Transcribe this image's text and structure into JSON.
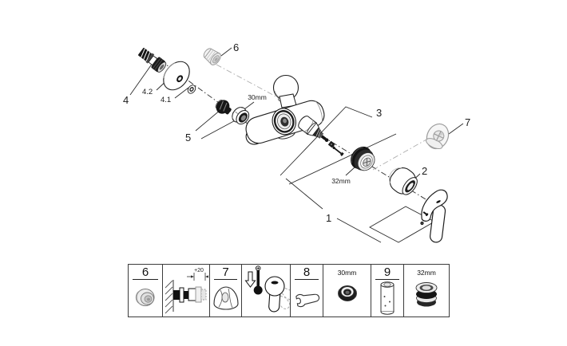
{
  "diagram": {
    "part_labels": {
      "p1": "1",
      "p2": "2",
      "p3": "3",
      "p4": "4",
      "p41": "4.1",
      "p42": "4.2",
      "p5": "5",
      "p6": "6",
      "p7": "7"
    },
    "dimensions": {
      "aerator_nut": "30mm",
      "cartridge_nut": "32mm"
    }
  },
  "legend": {
    "cells": [
      {
        "label": "6",
        "icon": "cap-part-icon",
        "type": "number"
      },
      {
        "label": "+20",
        "icon": "wall-union-extension-icon",
        "type": "pictogram"
      },
      {
        "label": "7",
        "icon": "dome-escutcheon-icon",
        "type": "number"
      },
      {
        "label": "",
        "icon": "temperature-limiter-icon",
        "type": "pictogram"
      },
      {
        "label": "8",
        "icon": "wrench-icon",
        "type": "number"
      },
      {
        "label": "30mm",
        "icon": "nut-icon",
        "type": "dimension"
      },
      {
        "label": "9",
        "icon": "extension-tube-icon",
        "type": "number"
      },
      {
        "label": "32mm",
        "icon": "seal-ring-stack-icon",
        "type": "dimension"
      }
    ]
  },
  "colors": {
    "line": "#1d1d1d",
    "accessory_gray": "#9b9b9b",
    "dark_fill": "#161616",
    "background": "#ffffff"
  }
}
